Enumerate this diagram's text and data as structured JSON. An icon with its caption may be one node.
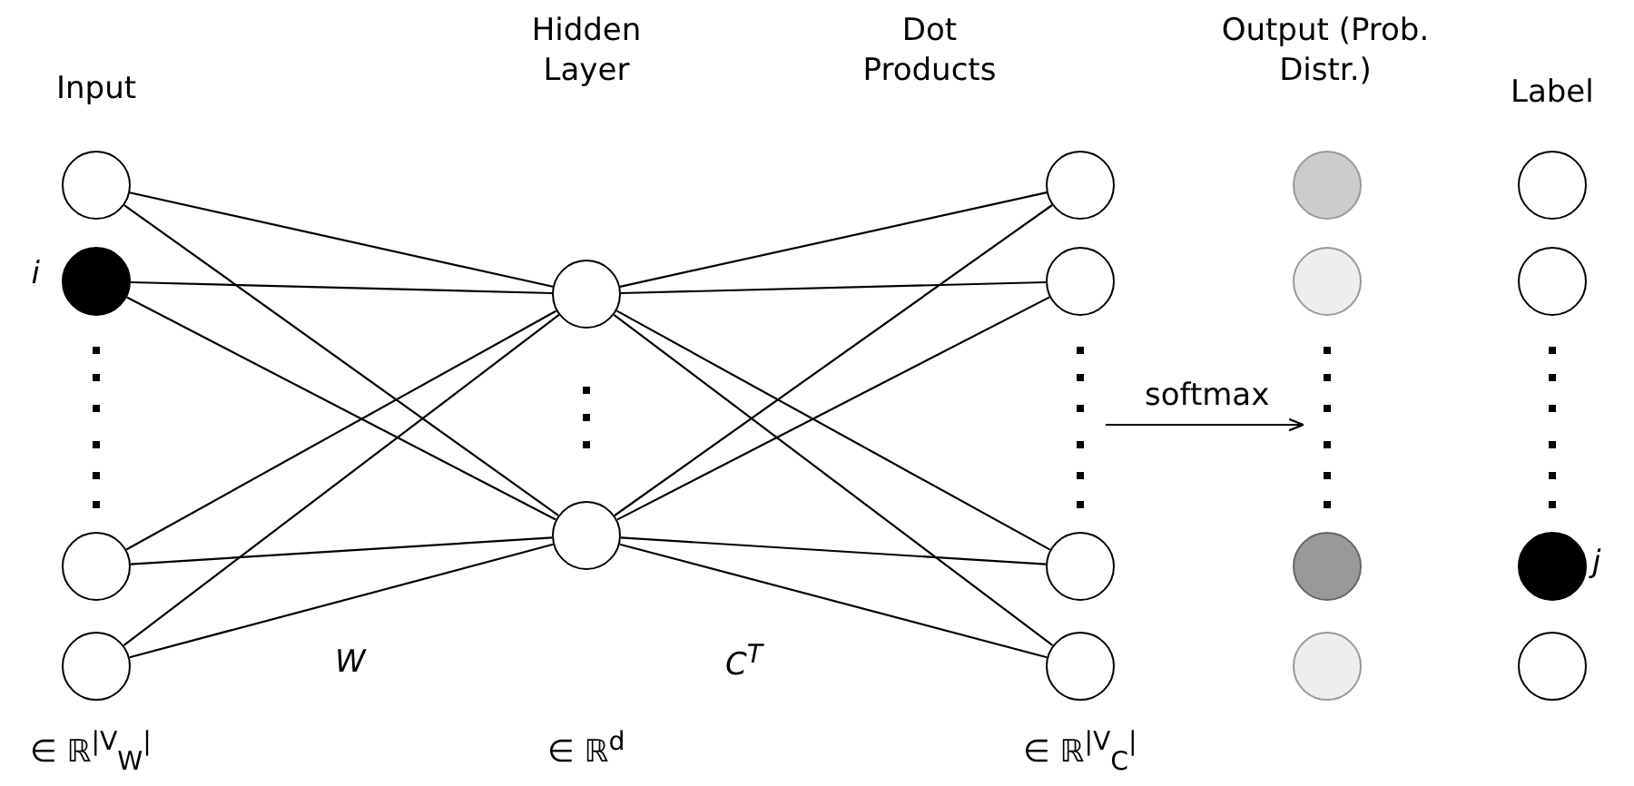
{
  "diagram": {
    "nodes": [
      {
        "text": [],
        "shape": "circle"
      },
      {
        "text": [],
        "shape": "circle",
        "beside": [
          "i"
        ]
      },
      {
        "text": [],
        "shape": "circle"
      },
      {
        "text": [],
        "shape": "circle"
      },
      {
        "text": [],
        "shape": "circle"
      },
      {
        "text": [],
        "shape": "circle"
      },
      {
        "text": [],
        "shape": "circle"
      },
      {
        "text": [],
        "shape": "circle"
      },
      {
        "text": [],
        "shape": "circle"
      },
      {
        "text": [],
        "shape": "circle"
      },
      {
        "text": [],
        "shape": "circle"
      },
      {
        "text": [],
        "shape": "circle"
      },
      {
        "text": [],
        "shape": "circle"
      },
      {
        "text": [],
        "shape": "circle"
      },
      {
        "text": [],
        "shape": "circle"
      },
      {
        "text": [],
        "shape": "circle"
      },
      {
        "text": [],
        "shape": "circle",
        "beside": [
          "j"
        ]
      },
      {
        "text": [],
        "shape": "circle"
      }
    ],
    "edges": [
      {
        "from": 0,
        "to": 4,
        "arrow": "none"
      },
      {
        "from": 0,
        "to": 5,
        "arrow": "none"
      },
      {
        "from": 1,
        "to": 4,
        "arrow": "none"
      },
      {
        "from": 1,
        "to": 5,
        "arrow": "none"
      },
      {
        "from": 2,
        "to": 4,
        "arrow": "none"
      },
      {
        "from": 2,
        "to": 5,
        "arrow": "none"
      },
      {
        "from": 3,
        "to": 4,
        "arrow": "none"
      },
      {
        "from": 3,
        "to": 5,
        "arrow": "none"
      },
      {
        "from": 4,
        "to": 6,
        "arrow": "none"
      },
      {
        "from": 4,
        "to": 7,
        "arrow": "none"
      },
      {
        "from": 4,
        "to": 8,
        "arrow": "none"
      },
      {
        "from": 4,
        "to": 9,
        "arrow": "none"
      },
      {
        "from": 5,
        "to": 6,
        "arrow": "none"
      },
      {
        "from": 5,
        "to": 7,
        "arrow": "none"
      },
      {
        "from": 5,
        "to": 8,
        "arrow": "none"
      },
      {
        "from": 5,
        "to": 9,
        "arrow": "none"
      }
    ],
    "labels": [
      "Input",
      "Hidden Layer",
      "Dot Products",
      "Output (Prob. Distr.)",
      "Label",
      "softmax",
      "W",
      "C$^{T}$",
      "∈ ℝ$^{|V}$$_{W}$$^{|}$",
      "∈ ℝ$^{d}$",
      "∈ ℝ$^{|V}$$_{C}$$^{|}$"
    ]
  }
}
